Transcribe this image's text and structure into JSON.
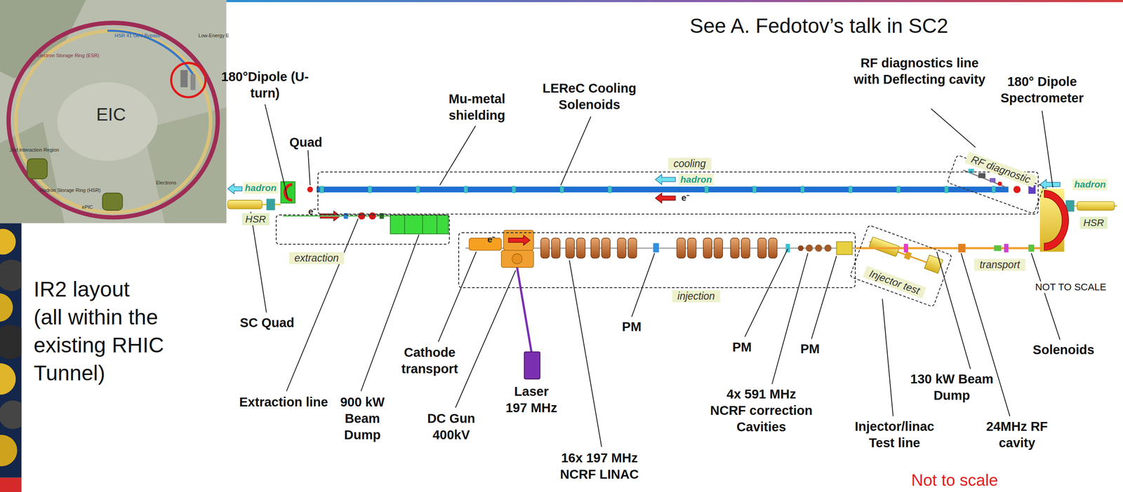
{
  "diagram": {
    "nodes": [
      {
        "text": [
          "cooling"
        ]
      },
      {
        "text": [
          "RF diagnostic"
        ]
      },
      {
        "text": [
          "extraction"
        ]
      },
      {
        "text": [
          "injection"
        ]
      },
      {
        "text": [
          "Injector test"
        ]
      },
      {
        "text": [
          "transport"
        ]
      }
    ],
    "labels": [
      "See A. Fedotov’s talk in SC2",
      "EIC",
      "Electron Storage Ring (ESR)",
      "HSR 41 GeV Bypass",
      "Low-Energy E",
      "2nd Interaction Region",
      "Hadron Storage Ring (HSR)",
      "Electrons",
      "ePIC",
      "IR2 layout",
      "(all within the existing RHIC Tunnel)",
      "180°Dipole (U-turn)",
      "Quad",
      "Mu-metal shielding",
      "LEReC Cooling Solenoids",
      "RF diagnostics line with Deflecting cavity",
      "180° Dipole Spectrometer",
      "SC Quad",
      "Extraction line",
      "900 kW Beam Dump",
      "Cathode transport",
      "DC Gun 400kV",
      "Laser 197 MHz",
      "16x 197 MHz NCRF LINAC",
      "PM",
      "PM",
      "PM",
      "4x 591 MHz NCRF correction Cavities",
      "Injector/linac Test line",
      "130 kW Beam Dump",
      "24MHz RF cavity",
      "Solenoids",
      "NOT TO SCALE",
      "Not to scale",
      "hadron",
      "hadron",
      "hadron",
      "HSR",
      "HSR",
      "e⁻",
      "e⁻",
      "e⁻"
    ]
  }
}
